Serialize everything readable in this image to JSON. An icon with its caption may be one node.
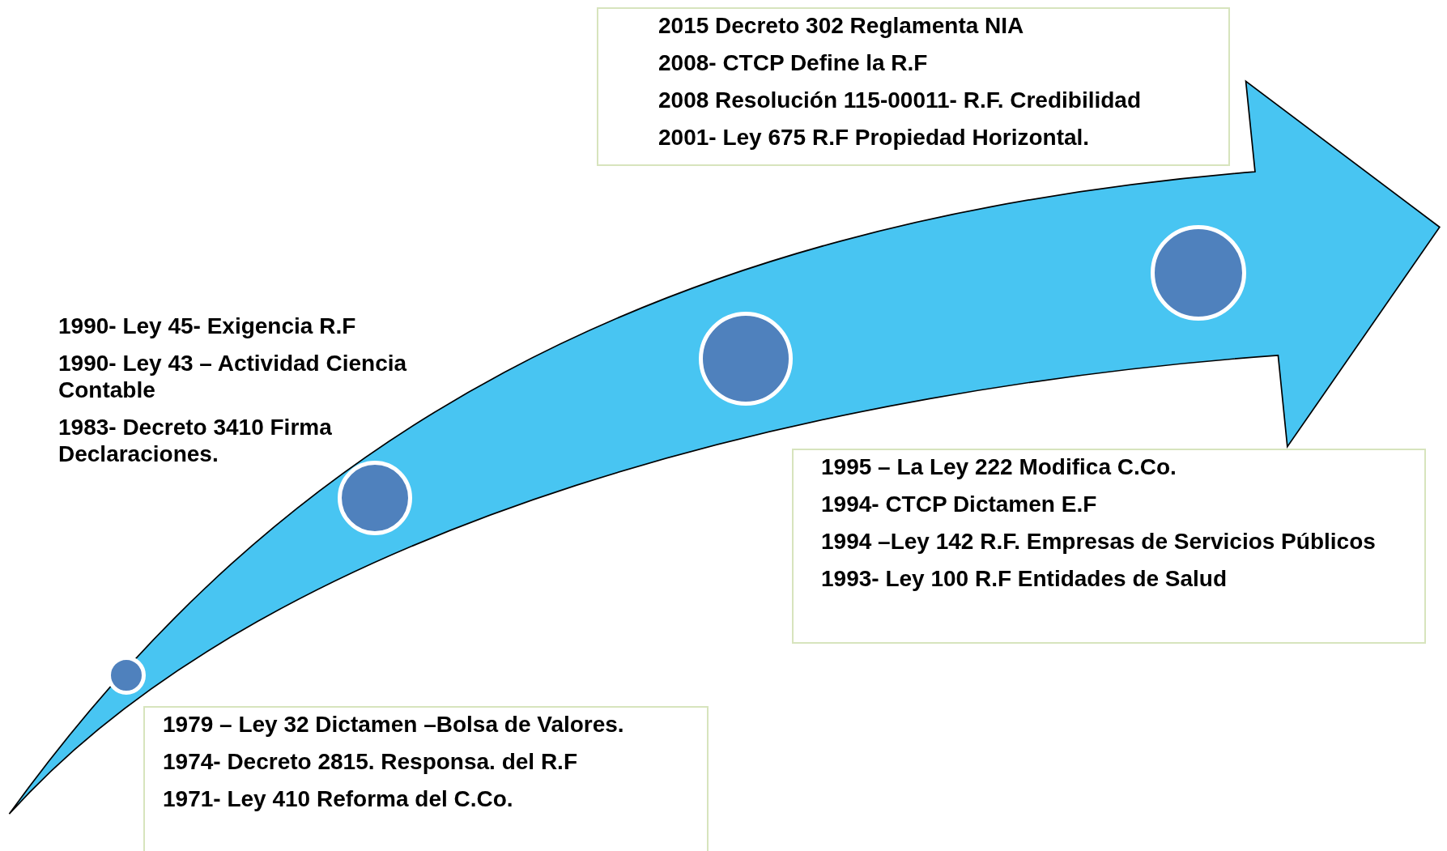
{
  "diagram": {
    "nodes": [
      {
        "text": [
          "2015 Decreto 302 Reglamenta NIA",
          "2008- CTCP  Define la R.F",
          "2008 Resolución 115-00011- R.F. Credibilidad",
          "2001- Ley 675  R.F Propiedad Horizontal."
        ]
      },
      {
        "text": [
          "1995 – La Ley 222 Modifica C.Co.",
          "1994- CTCP Dictamen E.F",
          "1994 –Ley 142 R.F. Empresas de Servicios Públicos",
          "1993- Ley 100  R.F Entidades de Salud"
        ]
      },
      {
        "text": [
          "1979 – Ley 32  Dictamen –Bolsa de Valores.",
          "1974- Decreto 2815. Responsa. del R.F",
          "1971- Ley 410 Reforma del C.Co."
        ]
      },
      {
        "text": [],
        "shape": "circle"
      },
      {
        "text": [],
        "shape": "circle"
      },
      {
        "text": [],
        "shape": "circle"
      },
      {
        "text": [],
        "shape": "circle"
      }
    ],
    "labels": [
      "1990- Ley 45- Exigencia R.F",
      "1990- Ley 43 – Actividad Ciencia Contable",
      "1983- Decreto 3410 Firma Declaraciones."
    ]
  }
}
